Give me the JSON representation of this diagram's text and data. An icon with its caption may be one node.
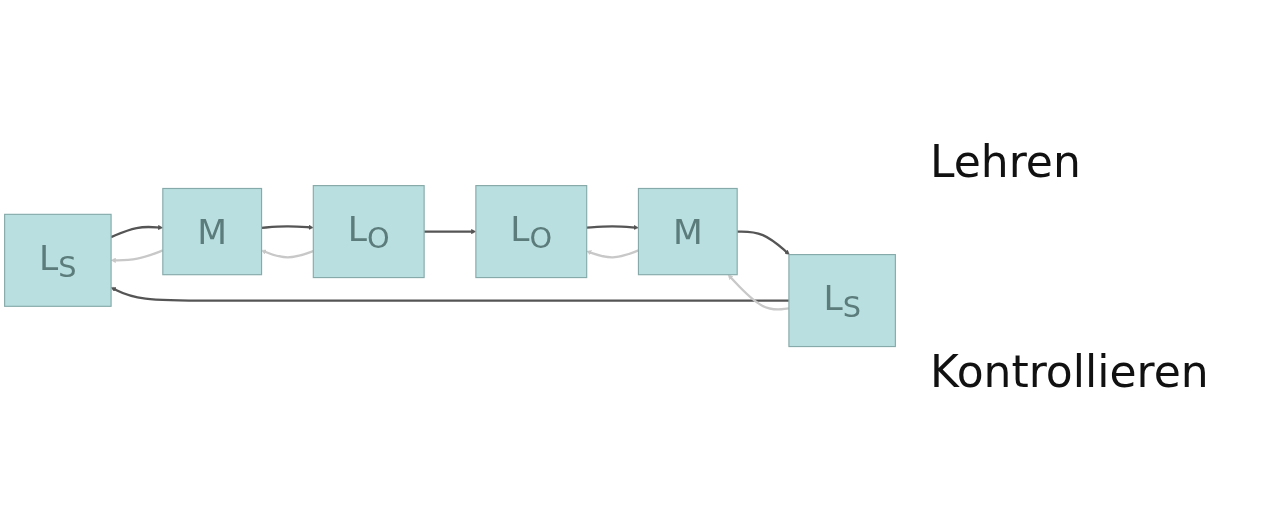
{
  "diagram": {
    "nodes": [
      {
        "text": [
          "L$_{S}$"
        ]
      },
      {
        "text": [
          "M"
        ]
      },
      {
        "text": [
          "L$_{O}$"
        ]
      },
      {
        "text": [
          "L$_{S}$"
        ]
      },
      {
        "text": [
          "M"
        ]
      },
      {
        "text": [
          "L$_{O}$"
        ]
      }
    ],
    "edges": [
      {
        "from": 0,
        "to": 1,
        "arrow": "to"
      },
      {
        "from": 1,
        "to": 2,
        "arrow": "to"
      },
      {
        "from": 1,
        "to": 0,
        "arrow": "to",
        "color": "#c8c8c8"
      },
      {
        "from": 2,
        "to": 1,
        "arrow": "to",
        "color": "#c8c8c8"
      },
      {
        "from": 2,
        "to": 5,
        "arrow": "to"
      },
      {
        "from": 3,
        "to": 0,
        "arrow": "to"
      },
      {
        "from": 3,
        "to": 4,
        "arrow": "to",
        "color": "#c8c8c8"
      },
      {
        "from": 4,
        "to": 5,
        "arrow": "to",
        "color": "#c8c8c8"
      },
      {
        "from": 5,
        "to": 4,
        "arrow": "to"
      },
      {
        "from": 4,
        "to": 3,
        "arrow": "to"
      }
    ],
    "labels": [
      "Lehren",
      "Kontrollieren"
    ]
  }
}
